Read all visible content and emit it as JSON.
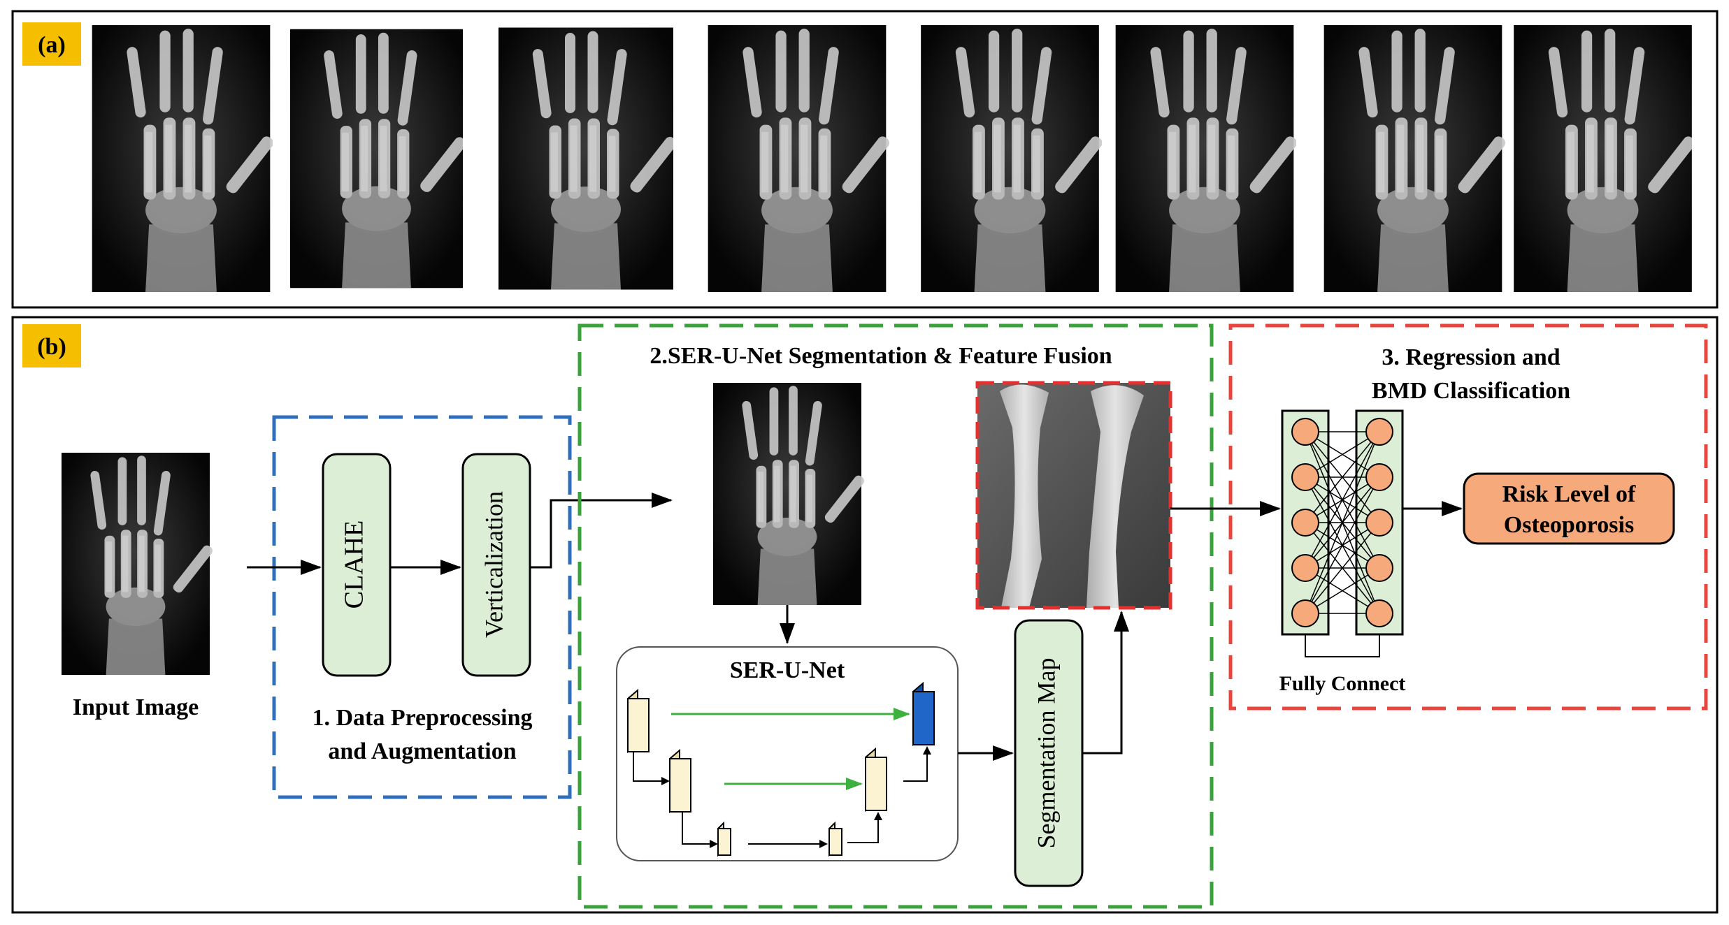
{
  "panel_a": {
    "label": "(a)",
    "xray_count": 8,
    "label_bg": "#f5bf00"
  },
  "panel_b": {
    "label": "(b)",
    "input_image_label": "Input Image",
    "stage1": {
      "title_line1": "1. Data Preprocessing",
      "title_line2": "and Augmentation",
      "box1": "CLAHE",
      "box2": "Verticalization"
    },
    "stage2": {
      "title": "2.SER-U-Net Segmentation & Feature Fusion",
      "net_label": "SER-U-Net",
      "seg_map": "Segmentation Map"
    },
    "stage3": {
      "title_line1": "3. Regression and",
      "title_line2": "BMD Classification",
      "fc_label": "Fully Connect",
      "output_line1": "Risk Level of",
      "output_line2": "Osteoporosis"
    }
  },
  "colors": {
    "stage1_border": "#2f6fba",
    "stage2_border": "#3aa23a",
    "stage3_border": "#e8453c",
    "box_fill": "#dcefd6",
    "output_fill": "#f6a97a",
    "node_fill": "#f6a97a",
    "feature_map": "#fcf3d2",
    "feature_output": "#1f66c8",
    "skip_arrow": "#3db03d"
  }
}
